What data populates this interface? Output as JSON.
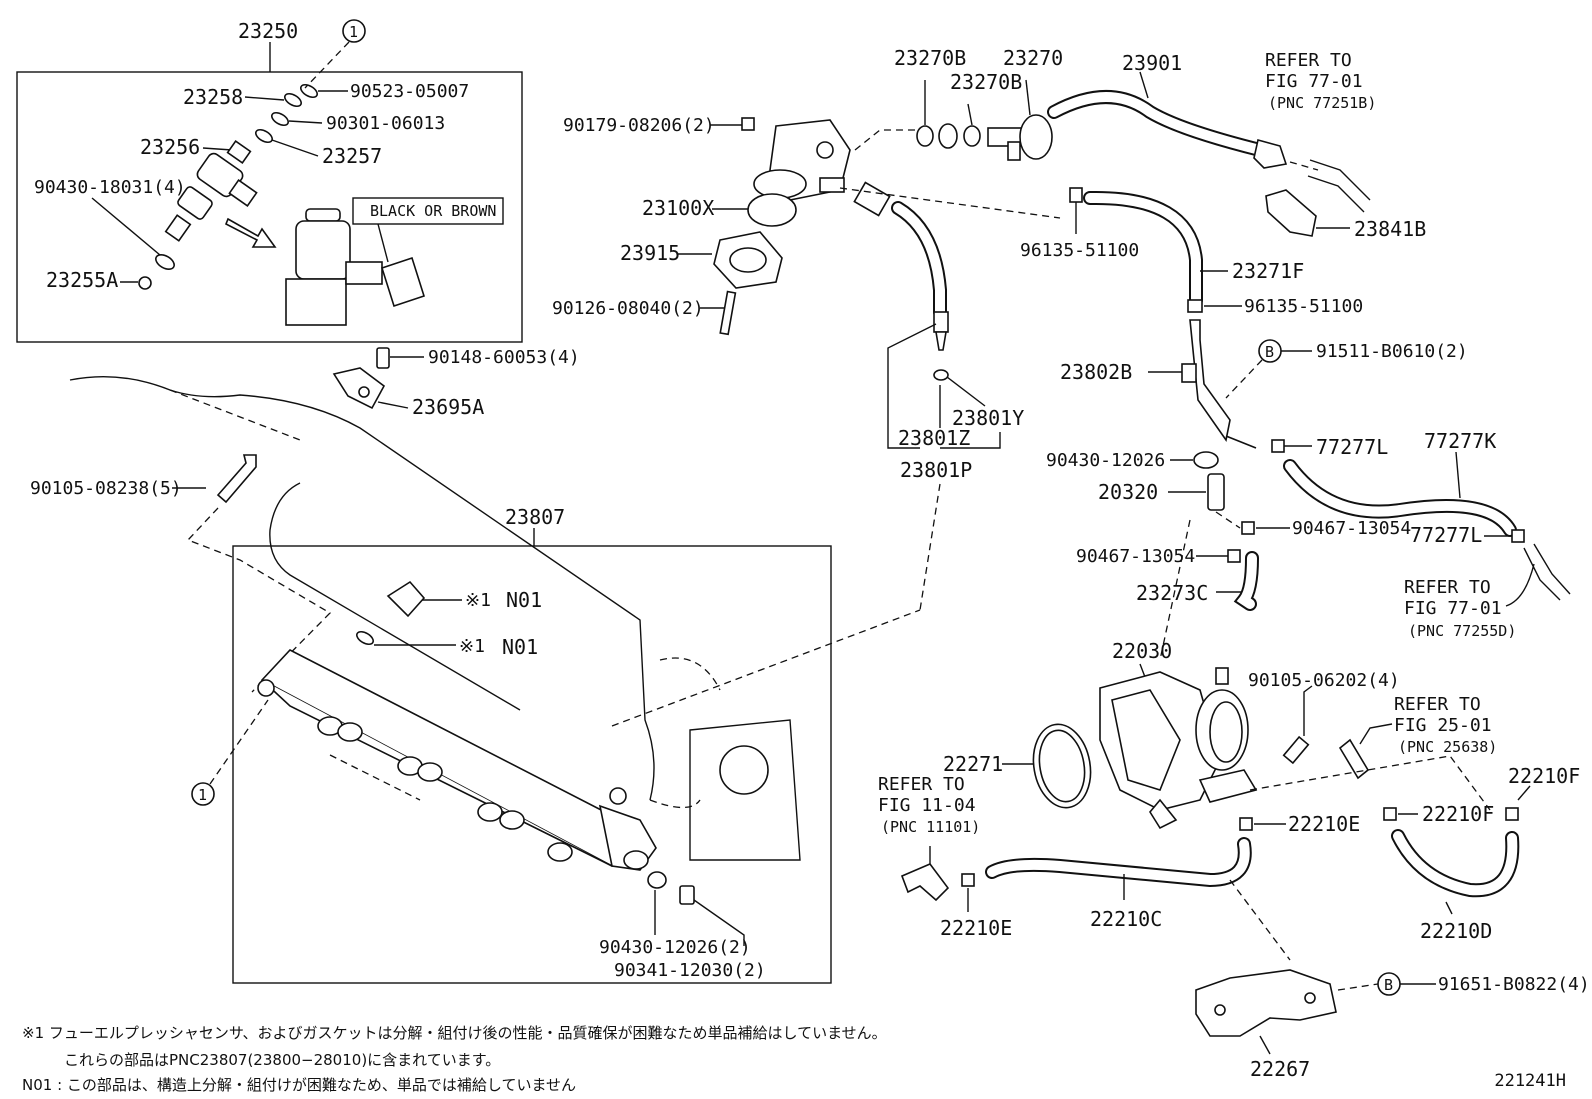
{
  "labels": {
    "l23250": "23250",
    "l23258": "23258",
    "l90523": "90523-05007",
    "l90301": "90301-06013",
    "l23256": "23256",
    "l23257": "23257",
    "l90430a": "90430-18031(4)",
    "l23255A": "23255A",
    "black_brown": "BLACK OR BROWN",
    "l90148": "90148-60053(4)",
    "l23695A": "23695A",
    "l90105a": "90105-08238(5)",
    "l23807": "23807",
    "n01a": "N01",
    "n01b": "N01",
    "mark1": "※1",
    "mark2": "※1",
    "l90430b": "90430-12026(2)",
    "l90341": "90341-12030(2)",
    "l90179": "90179-08206(2)",
    "l23100X": "23100X",
    "l23915": "23915",
    "l90126": "90126-08040(2)",
    "l23270B1": "23270B",
    "l23270": "23270",
    "l23270B2": "23270B",
    "l23901": "23901",
    "refer1a": "REFER TO",
    "refer1b": "FIG 77-01",
    "refer1c": "(PNC 77251B)",
    "l96135a": "96135-51100",
    "l23841B": "23841B",
    "l23271F": "23271F",
    "l96135b": "96135-51100",
    "l23801Y": "23801Y",
    "l23801Z": "23801Z",
    "l23801P": "23801P",
    "l23802B": "23802B",
    "l91511": "91511-B0610(2)",
    "l90430c": "90430-12026",
    "l77277L1": "77277L",
    "l77277K": "77277K",
    "l20320": "20320",
    "l90467a": "90467-13054",
    "l77277L2": "77277L",
    "l90467b": "90467-13054",
    "l23273C": "23273C",
    "refer2a": "REFER TO",
    "refer2b": "FIG 77-01",
    "refer2c": "(PNC 77255D)",
    "l22030": "22030",
    "l90105b": "90105-06202(4)",
    "refer3a": "REFER TO",
    "refer3b": "FIG 25-01",
    "refer3c": "(PNC 25638)",
    "l22271": "22271",
    "l22210F1": "22210F",
    "l22210F2": "22210F",
    "refer4a": "REFER TO",
    "refer4b": "FIG 11-04",
    "refer4c": "(PNC 11101)",
    "l22210E1": "22210E",
    "l22210E2": "22210E",
    "l22210C": "22210C",
    "l22210D": "22210D",
    "l91651": "91651-B0822(4)",
    "l22267": "22267",
    "circle1a": "1",
    "circle1b": "1",
    "circleBa": "B",
    "circleBb": "B"
  },
  "footnotes": {
    "note1": "※1  フューエルプレッシャセンサ、およびガスケットは分解・組付け後の性能・品質確保が困難なため単品補給はしていません。",
    "note2": "これらの部品はPNC23807(23800−28010)に含まれています。",
    "note3": "N01 : この部品は、構造上分解・組付けが困難なため、単品では補給していません"
  },
  "figure_id": "221241H"
}
